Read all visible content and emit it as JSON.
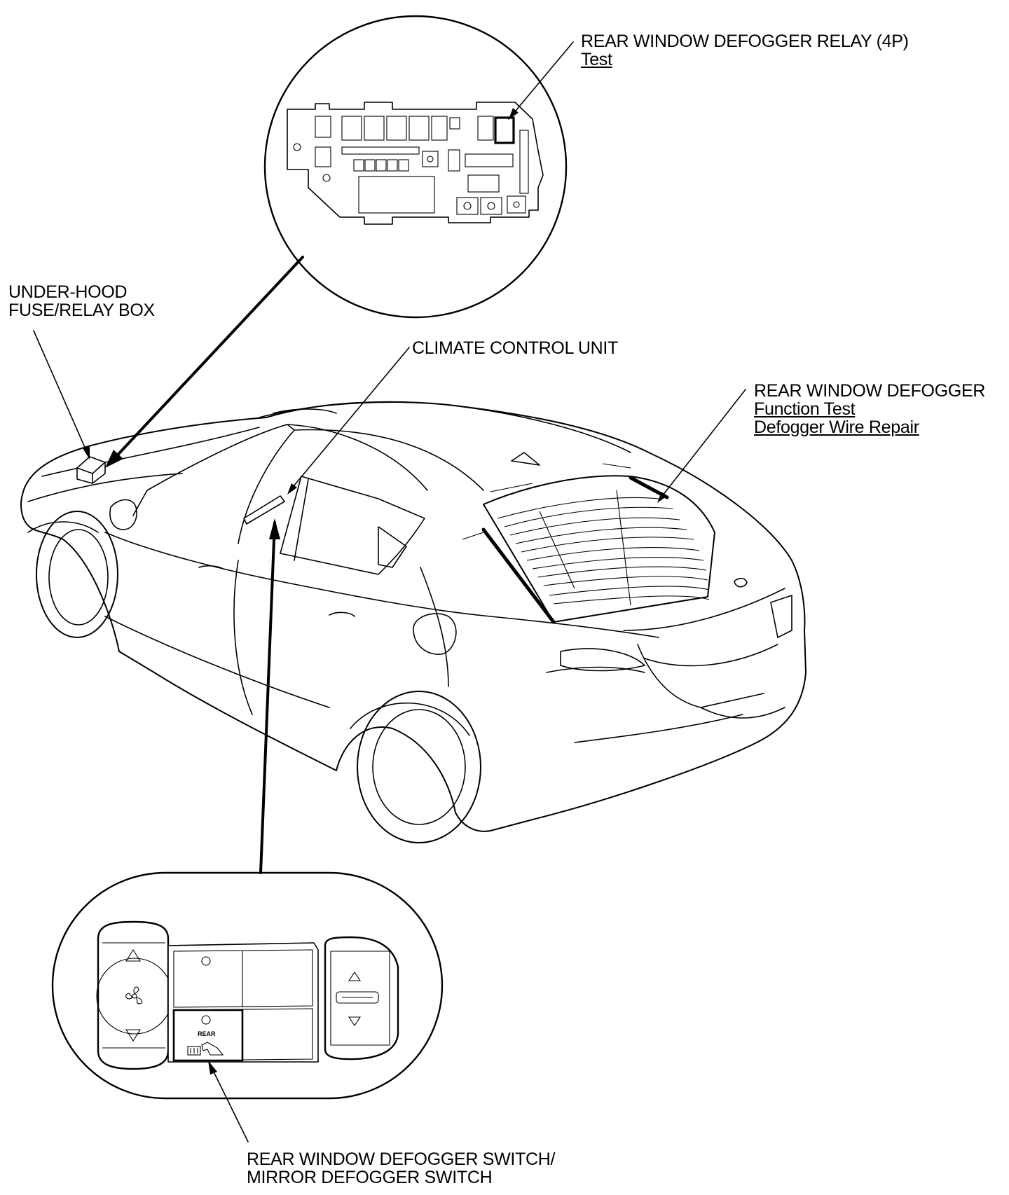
{
  "labels": {
    "relay": {
      "title": "REAR WINDOW DEFOGGER RELAY (4P)",
      "link": "Test"
    },
    "fuse_box": {
      "line1": "UNDER-HOOD",
      "line2": "FUSE/RELAY BOX"
    },
    "climate": {
      "title": "CLIMATE CONTROL UNIT"
    },
    "defogger": {
      "title": "REAR WINDOW DEFOGGER",
      "link1": "Function Test",
      "link2": "Defogger Wire Repair"
    },
    "switch": {
      "line1": "REAR WINDOW DEFOGGER SWITCH/",
      "line2": "MIRROR DEFOGGER SWITCH",
      "button_text": "REAR"
    }
  },
  "colors": {
    "ink": "#000000",
    "paper": "#ffffff"
  }
}
